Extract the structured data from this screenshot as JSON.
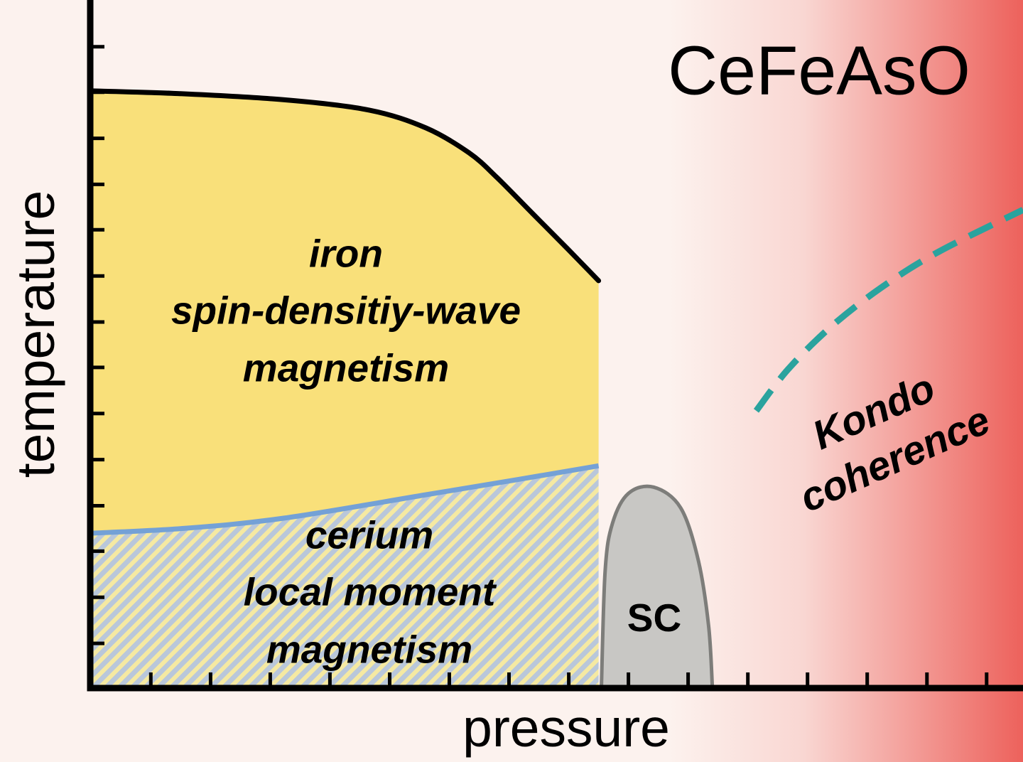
{
  "colors": {
    "background": "#fcf2ee",
    "axis": "#000000",
    "text": "#000000"
  },
  "chart_data": {
    "type": "area",
    "variant": "phase-diagram",
    "title": "CeFeAsO",
    "xlabel": "pressure",
    "ylabel": "temperature",
    "xlim": [
      0,
      1
    ],
    "ylim": [
      0,
      1
    ],
    "grid": false,
    "coords": "normalized 0-1; axes show tick marks but no numeric labels",
    "x_ticks_norm": [
      0.065,
      0.129,
      0.193,
      0.257,
      0.321,
      0.385,
      0.449,
      0.513,
      0.577,
      0.641,
      0.705,
      0.769,
      0.833,
      0.897,
      0.961
    ],
    "y_ticks_norm": [
      0.065,
      0.132,
      0.199,
      0.265,
      0.332,
      0.399,
      0.466,
      0.532,
      0.599,
      0.666,
      0.732,
      0.799,
      0.866,
      0.932
    ],
    "series": [
      {
        "name": "iron spin-density-wave upper boundary",
        "type": "line",
        "color": "#000000",
        "width": 7,
        "x": [
          0,
          0.094,
          0.208,
          0.299,
          0.36,
          0.406,
          0.436,
          0.474,
          0.512,
          0.545
        ],
        "y": [
          0.868,
          0.864,
          0.855,
          0.84,
          0.814,
          0.778,
          0.742,
          0.69,
          0.638,
          0.592
        ]
      },
      {
        "name": "cerium local-moment upper boundary",
        "type": "line",
        "color": "#74a1d6",
        "width": 7,
        "x": [
          0,
          0.1,
          0.208,
          0.36,
          0.458,
          0.545
        ],
        "y": [
          0.225,
          0.232,
          0.247,
          0.281,
          0.303,
          0.323
        ]
      },
      {
        "name": "superconducting dome",
        "type": "area",
        "fill": "#c8c7c4",
        "stroke": "#7d7d7a",
        "width": 5,
        "x": [
          0.548,
          0.552,
          0.56,
          0.577,
          0.604,
          0.633,
          0.652,
          0.663,
          0.667
        ],
        "y": [
          0,
          0.17,
          0.24,
          0.283,
          0.292,
          0.262,
          0.185,
          0.09,
          0
        ]
      },
      {
        "name": "Kondo coherence crossover",
        "type": "line",
        "style": "dashed",
        "color": "#2aa39e",
        "width": 9,
        "x": [
          0.714,
          0.748,
          0.794,
          0.847,
          0.908,
          1.0
        ],
        "y": [
          0.403,
          0.463,
          0.525,
          0.581,
          0.633,
          0.695
        ]
      }
    ],
    "regions": [
      {
        "name": "iron spin-density-wave magnetism",
        "fill": "#f9e07a",
        "label": [
          "iron",
          "spin-densitiy-wave",
          "magnetism"
        ]
      },
      {
        "name": "cerium local moment magnetism",
        "hatch_colors": [
          "#b9c7da",
          "#f5e9a2"
        ],
        "x_range": [
          0,
          0.545
        ],
        "label": [
          "cerium",
          "local moment",
          "magnetism"
        ]
      },
      {
        "name": "superconducting phase",
        "fill": "#c8c7c4",
        "label": "SC"
      },
      {
        "name": "Kondo coherence region",
        "gradient_color": "#ec5a54",
        "x_start": 0.62,
        "label": [
          "Kondo",
          "coherence"
        ]
      }
    ]
  }
}
